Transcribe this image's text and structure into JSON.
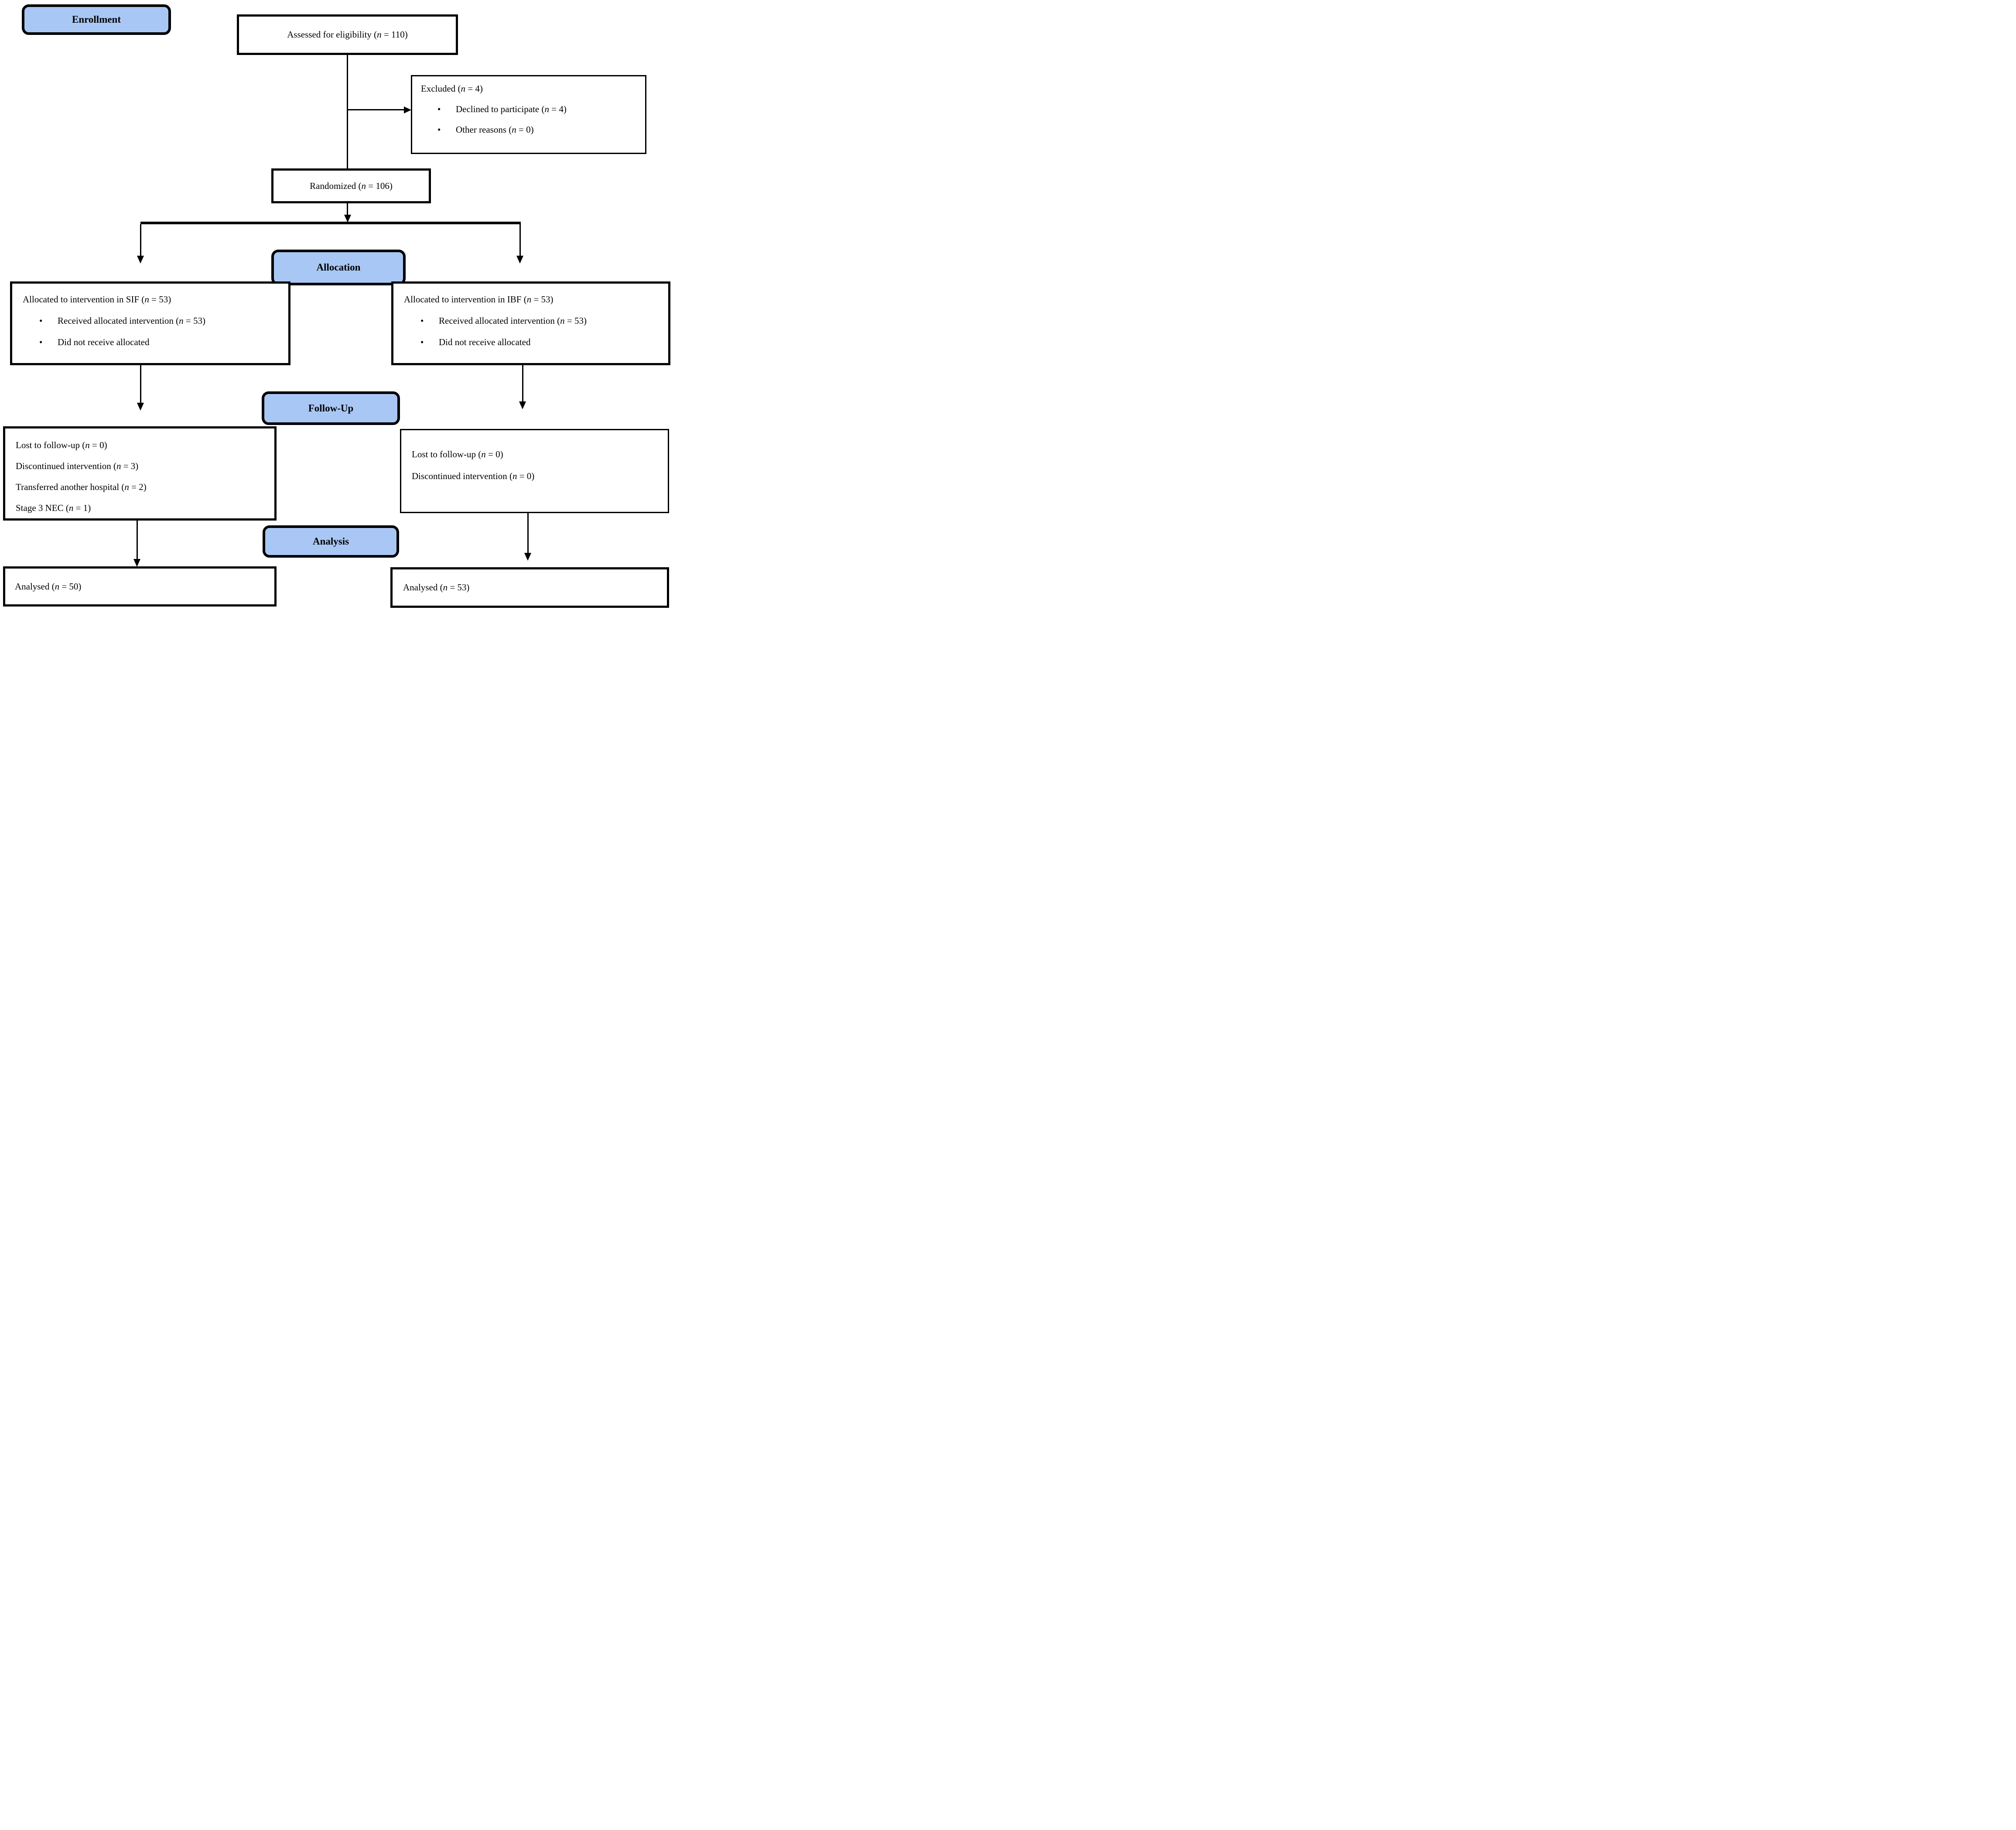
{
  "diagram": {
    "type": "consort-flow-diagram",
    "bullet": "•",
    "colors": {
      "stage_fill": "#A9C7F4",
      "line": "#000000",
      "box_fill": "#FFFFFF",
      "text": "#000000"
    },
    "stages": {
      "enrollment": "Enrollment",
      "allocation": "Allocation",
      "followup": "Follow-Up",
      "analysis": "Analysis"
    },
    "boxes": {
      "assessed": {
        "text": "Assessed for eligibility (n = 110)"
      },
      "excluded": {
        "title": "Excluded (n = 4)",
        "bullets": [
          "Declined to participate (n = 4)",
          "Other reasons (n = 0)"
        ]
      },
      "randomized": {
        "text": "Randomized (n = 106)"
      },
      "alloc_left": {
        "title": "Allocated to intervention in SIF (n = 53)",
        "bullets": [
          "Received allocated intervention (n = 53)",
          "Did not receive allocated"
        ]
      },
      "alloc_right": {
        "title": "Allocated to intervention in IBF (n = 53)",
        "bullets": [
          "Received allocated intervention (n = 53)",
          "Did not receive allocated"
        ]
      },
      "followup_left": {
        "lines": [
          "Lost to follow-up (n = 0)",
          "Discontinued intervention (n = 3)",
          "Transferred another hospital (n = 2)",
          "Stage 3 NEC (n = 1)"
        ]
      },
      "followup_right": {
        "lines": [
          "Lost to follow-up (n = 0)",
          "Discontinued intervention (n = 0)"
        ]
      },
      "analysed_left": {
        "text": "Analysed (n = 50)"
      },
      "analysed_right": {
        "text": "Analysed (n = 53)"
      }
    }
  }
}
